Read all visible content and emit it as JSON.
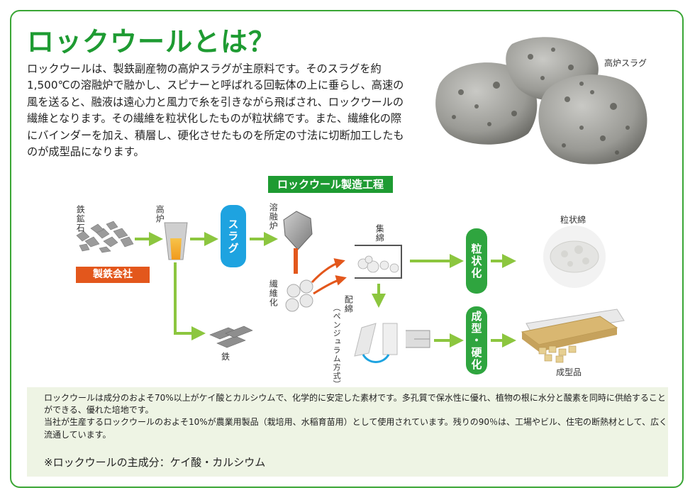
{
  "title": "ロックウールとは？",
  "intro": "ロックウールは、製鉄副産物の高炉スラグが主原料です。そのスラグを約\n1,500℃の溶融炉で融かし、スピナーと呼ばれる回転体の上に垂らし、高速の\n風を送ると、融液は遠心力と風力で糸を引きながら飛ばされ、ロックウールの\n繊維となります。その繊維を粒状化したものが粒状綿です。また、繊維化の際\nにバインダーを加え、積層し、硬化させたものを所定の寸法に切断加工したも\nのが成型品になります。",
  "photo_caption": "高炉スラグ",
  "diagram": {
    "process_title": "ロックウール製造工程",
    "iron_ore": "鉄鉱石",
    "blast_furnace": "高炉",
    "steel_company": "製鉄会社",
    "slag": "スラグ",
    "melting_furnace": "溶融炉",
    "fiberization": "繊維化",
    "collection": "集綿",
    "distribution": "配綿",
    "pendulum": "（ペンジュラム方式）",
    "granulation": "粒状化",
    "forming_curing": "成型・硬化",
    "iron": "鉄",
    "granular_wool": "粒状綿",
    "molded_products": "成型品"
  },
  "notes": {
    "line1": "ロックウールは成分のおよそ70%以上がケイ酸とカルシウムで、化学的に安定した素材です。多孔質で保水性に優れ、植物の根に水分と酸素を同時に供給することができる、優れた培地です。",
    "line2": "当社が生産するロックウールのおよそ10%が農業用製品（栽培用、水稲育苗用）として使用されています。残りの90％は、工場やビル、住宅の断熱材として、広く流通しています。",
    "composition": "※ロックウールの主成分：ケイ酸・カルシウム"
  },
  "colors": {
    "green": "#1e9b32",
    "arrow_green": "#8cc63f",
    "orange": "#e3571c",
    "blue": "#1ea3e0",
    "note_bg": "#eef4e4"
  }
}
